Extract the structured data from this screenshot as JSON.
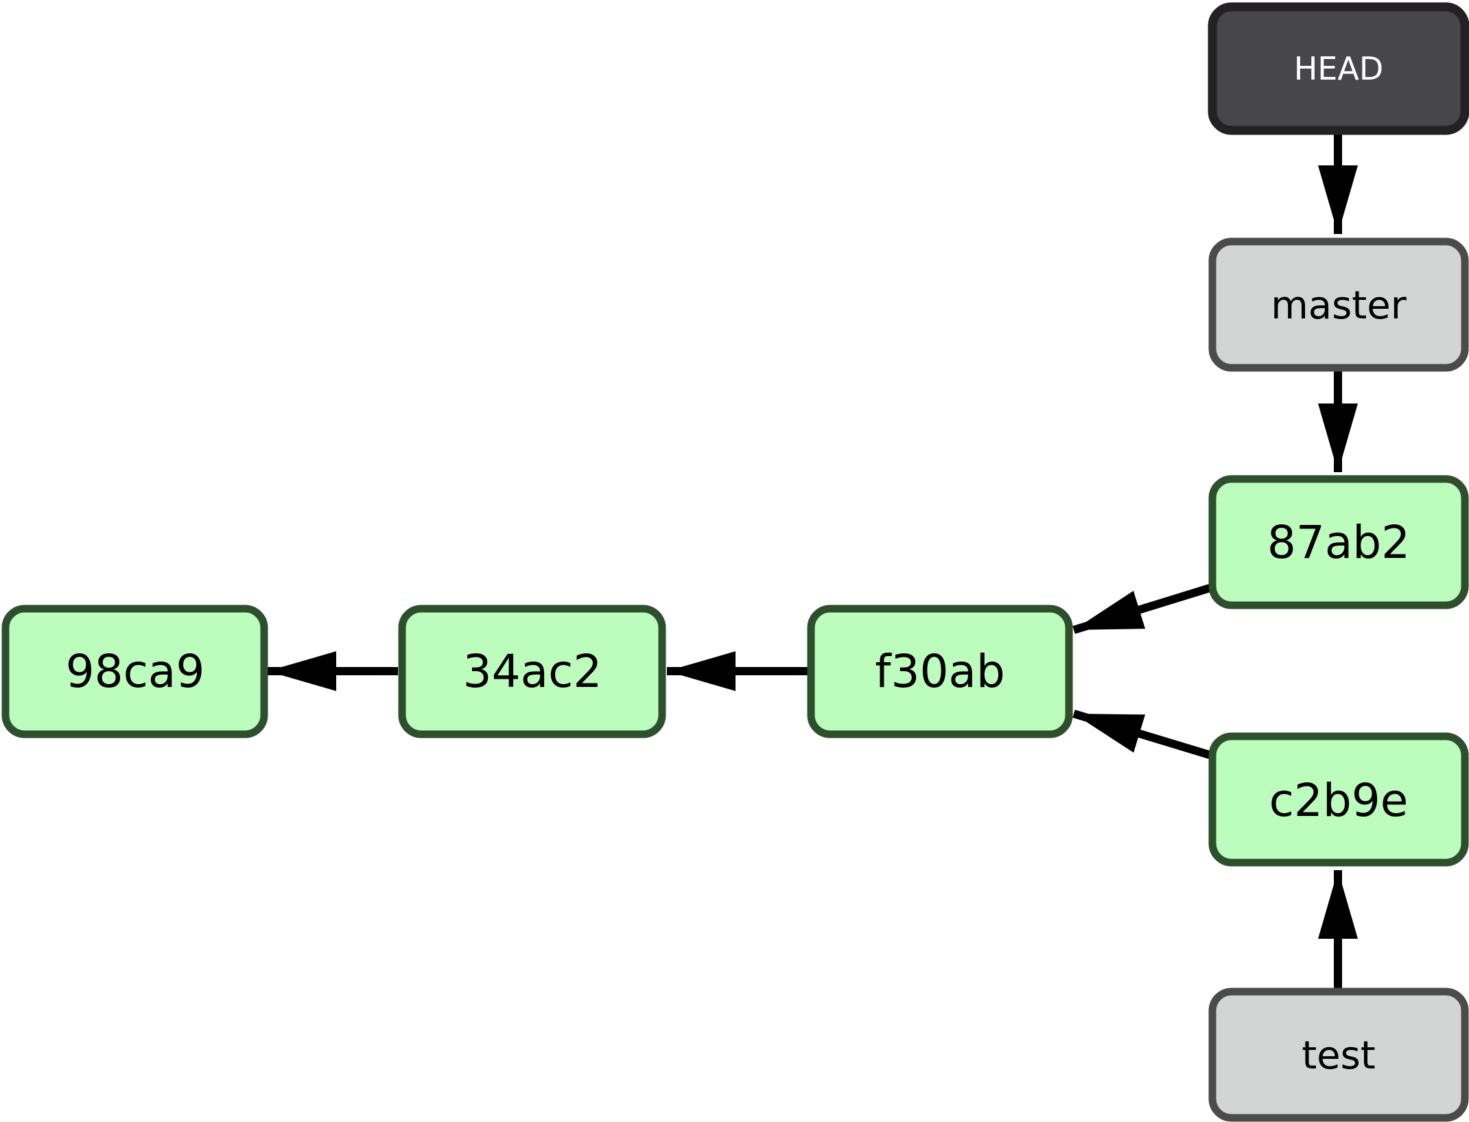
{
  "diagram": {
    "type": "git-commit-graph",
    "nodes": {
      "head": {
        "label": "HEAD",
        "kind": "head-pointer"
      },
      "master": {
        "label": "master",
        "kind": "branch-ref"
      },
      "test": {
        "label": "test",
        "kind": "branch-ref"
      },
      "commit_87ab2": {
        "label": "87ab2",
        "kind": "commit"
      },
      "commit_f30ab": {
        "label": "f30ab",
        "kind": "commit"
      },
      "commit_34ac2": {
        "label": "34ac2",
        "kind": "commit"
      },
      "commit_98ca9": {
        "label": "98ca9",
        "kind": "commit"
      },
      "commit_c2b9e": {
        "label": "c2b9e",
        "kind": "commit"
      }
    },
    "edges": [
      {
        "from": "HEAD",
        "to": "master"
      },
      {
        "from": "master",
        "to": "87ab2"
      },
      {
        "from": "87ab2",
        "to": "f30ab"
      },
      {
        "from": "f30ab",
        "to": "34ac2"
      },
      {
        "from": "34ac2",
        "to": "98ca9"
      },
      {
        "from": "c2b9e",
        "to": "f30ab"
      },
      {
        "from": "test",
        "to": "c2b9e"
      }
    ]
  },
  "colors": {
    "background": "#ffffff",
    "head_fill": "#474649",
    "head_border": "#232124",
    "head_text": "#ffffff",
    "branch_fill": "#d2d5d3",
    "branch_border": "#4b4b4b",
    "branch_text": "#000000",
    "commit_fill": "#bcfcbc",
    "commit_border": "#2d4f2d",
    "commit_text": "#000000",
    "edge": "#000000"
  }
}
